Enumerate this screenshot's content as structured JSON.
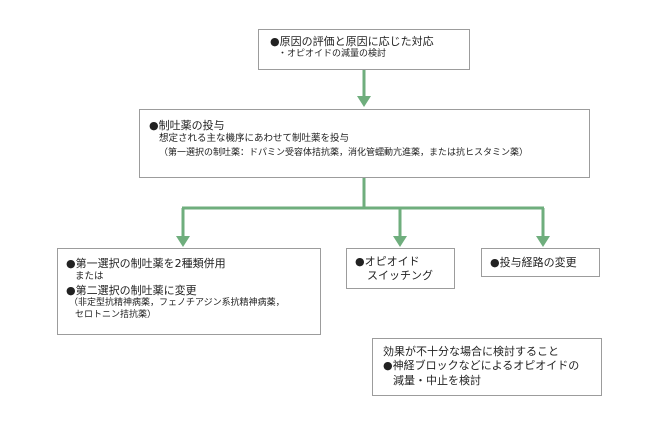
{
  "box_cause": {
    "line1": "●原因の評価と原因に応じた対応",
    "line2": "・オピオイドの減量の検討"
  },
  "box_antiemetic": {
    "line1": "●制吐薬の投与",
    "line2": "想定される主な機序にあわせて制吐薬を投与",
    "line3": "（第一選択の制吐薬：ドパミン受容体拮抗薬，消化管蠕動亢進薬，または抗ヒスタミン薬）"
  },
  "box_combo": {
    "line1": "●第一選択の制吐薬を2種類併用",
    "line2": "または",
    "line3": "●第二選択の制吐薬に変更",
    "line4": "（非定型抗精神病薬，フェノチアジン系抗精神病薬，",
    "line5": "セロトニン拮抗薬）"
  },
  "box_switch": {
    "line1": "●オピオイド",
    "line2": "スイッチング"
  },
  "box_route": {
    "line1": "●投与経路の変更"
  },
  "box_note": {
    "line1": "効果が不十分な場合に検討すること",
    "line2": "●神経ブロックなどによるオピオイドの",
    "line3": "減量・中止を検討"
  },
  "colors": {
    "arrow": "#6fae7d",
    "border": "#9c9c9c"
  }
}
